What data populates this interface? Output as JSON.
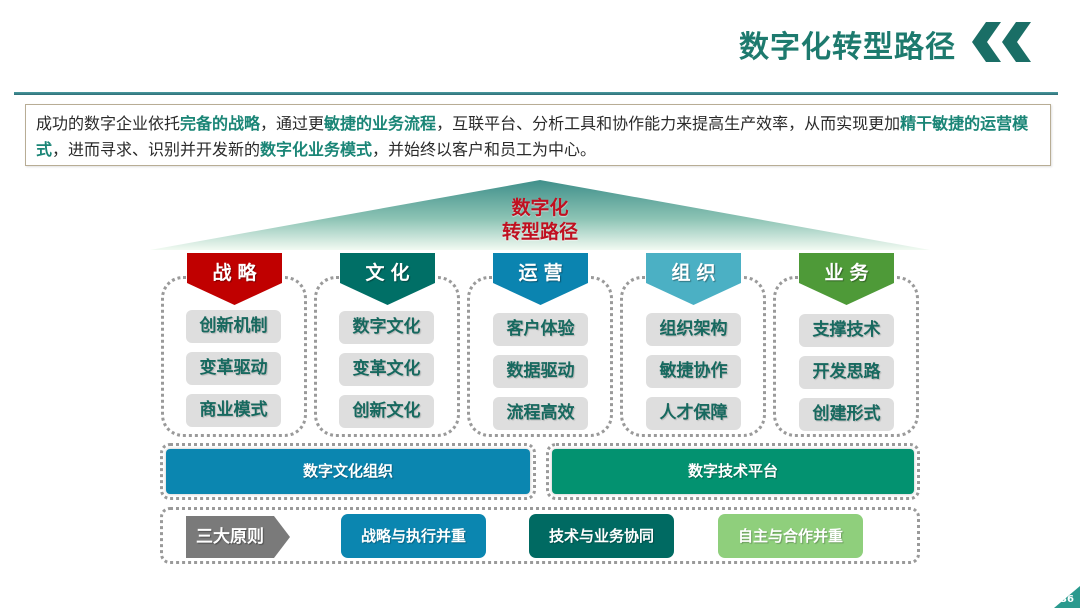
{
  "header": {
    "title": "数字化转型路径",
    "decoration": "double-chevron-left-icon",
    "accent_color": "#1d7a6e"
  },
  "intro": {
    "segments": [
      {
        "text": "成功的数字企业依托",
        "highlight": false
      },
      {
        "text": "完备的战略",
        "highlight": true
      },
      {
        "text": "，通过更",
        "highlight": false
      },
      {
        "text": "敏捷的业务流程",
        "highlight": true
      },
      {
        "text": "，互联平台、分析工具和协作能力来提高生产效率，从而实现更加",
        "highlight": false
      },
      {
        "text": "精干敏捷的运营模式",
        "highlight": true
      },
      {
        "text": "，进而寻求、识别并开发新的",
        "highlight": false
      },
      {
        "text": "数字化业务模式",
        "highlight": true
      },
      {
        "text": "，并始终以客户和员工为中心。",
        "highlight": false
      }
    ]
  },
  "roof": {
    "line1": "数字化",
    "line2": "转型路径"
  },
  "pillars": [
    {
      "label": "战略",
      "color": "#c00000",
      "items": [
        "创新机制",
        "变革驱动",
        "商业模式"
      ]
    },
    {
      "label": "文化",
      "color": "#006f66",
      "items": [
        "数字文化",
        "变革文化",
        "创新文化"
      ]
    },
    {
      "label": "运营",
      "color": "#0b84b0",
      "items": [
        "客户体验",
        "数据驱动",
        "流程高效"
      ]
    },
    {
      "label": "组织",
      "color": "#4bb0c4",
      "items": [
        "组织架构",
        "敏捷协作",
        "人才保障"
      ]
    },
    {
      "label": "业务",
      "color": "#4e9a38",
      "items": [
        "支撑技术",
        "开发思路",
        "创建形式"
      ]
    }
  ],
  "foundations": [
    {
      "label": "数字文化组织",
      "color": "#0b86b0"
    },
    {
      "label": "数字技术平台",
      "color": "#039270"
    }
  ],
  "principles": {
    "tag": "三大原则",
    "items": [
      {
        "label": "战略与执行并重",
        "color": "#0b86b0"
      },
      {
        "label": "技术与业务协同",
        "color": "#006a62"
      },
      {
        "label": "自主与合作并重",
        "color": "#8fcf7c"
      }
    ]
  },
  "footer": {
    "page_number": "36"
  }
}
